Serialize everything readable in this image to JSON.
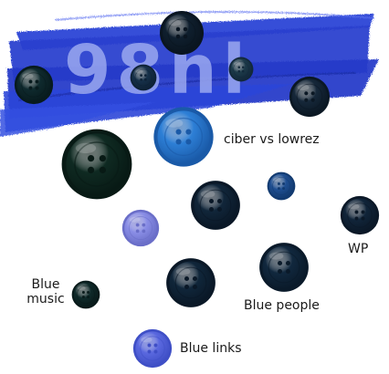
{
  "banner": {
    "text": "98hl",
    "stroke_color": "#2a3fcf",
    "text_color": "#9aa8f0"
  },
  "buttons": [
    {
      "id": "banner-top",
      "icon": "button-icon",
      "color": "#0f1f2e",
      "rim": "#0a1520"
    },
    {
      "id": "banner-left",
      "icon": "button-icon",
      "color": "#0f2a2e",
      "rim": "#081b1e"
    },
    {
      "id": "banner-mid-small",
      "icon": "button-icon",
      "color": "#17314a",
      "rim": "#0e2236"
    },
    {
      "id": "banner-mid-right",
      "icon": "button-icon",
      "color": "#1d3b4a",
      "rim": "#12283a"
    },
    {
      "id": "banner-right",
      "icon": "button-icon",
      "color": "#16283a",
      "rim": "#0b1824"
    },
    {
      "id": "ciber-vs-lowrez",
      "icon": "button-icon",
      "color": "#2d7fd6",
      "rim": "#1a5aa8"
    },
    {
      "id": "large-dark-left",
      "icon": "button-icon",
      "color": "#0f2a22",
      "rim": "#081a15"
    },
    {
      "id": "small-blue",
      "icon": "button-icon",
      "color": "#1f4f92",
      "rim": "#123a70"
    },
    {
      "id": "center-dark",
      "icon": "button-icon",
      "color": "#11263a",
      "rim": "#0a1827"
    },
    {
      "id": "translucent-purple",
      "icon": "button-icon",
      "color": "#8a8ee6",
      "rim": "#6a6ec8"
    },
    {
      "id": "wp",
      "icon": "button-icon",
      "color": "#11253a",
      "rim": "#0b1827"
    },
    {
      "id": "blue-music",
      "icon": "button-icon",
      "color": "#0f2a2a",
      "rim": "#081a1a"
    },
    {
      "id": "bottom-center",
      "icon": "button-icon",
      "color": "#10263a",
      "rim": "#0a1827"
    },
    {
      "id": "blue-people",
      "icon": "button-icon",
      "color": "#11283e",
      "rim": "#0a1a2a"
    },
    {
      "id": "blue-links",
      "icon": "button-icon",
      "color": "#5a68df",
      "rim": "#3f4fc6"
    }
  ],
  "labels": {
    "ciber_vs_lowrez": "ciber vs lowrez",
    "wp": "WP",
    "blue_music": "Blue music",
    "blue_people": "Blue people",
    "blue_links": "Blue links"
  }
}
